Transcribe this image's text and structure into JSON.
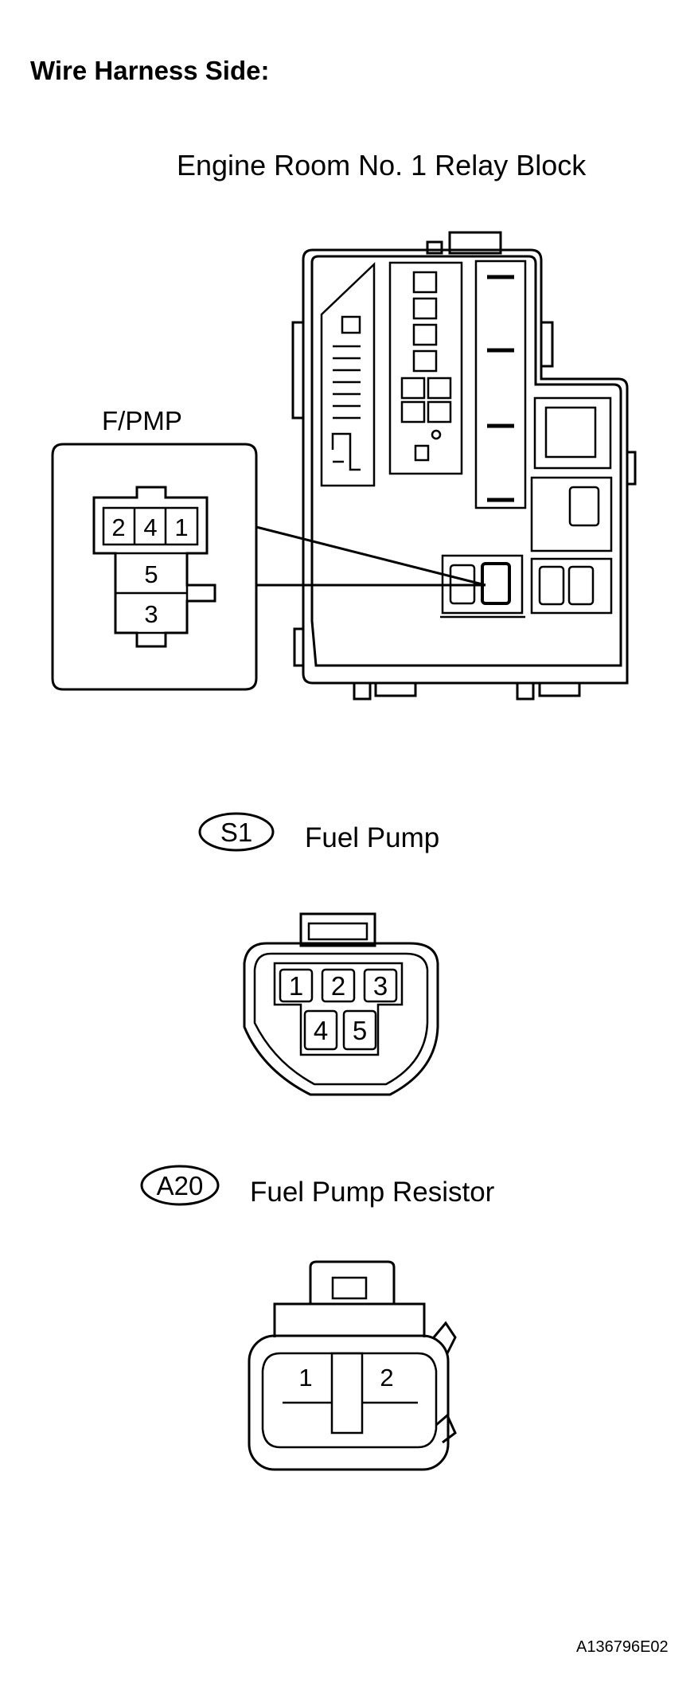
{
  "heading": "Wire Harness Side:",
  "relay_block": {
    "title": "Engine Room No. 1 Relay Block",
    "callout_label": "F/PMP",
    "callout_pins": [
      "2",
      "4",
      "1",
      "5",
      "3"
    ]
  },
  "connectors": [
    {
      "code": "S1",
      "name": "Fuel Pump",
      "pins": [
        "1",
        "2",
        "3",
        "4",
        "5"
      ]
    },
    {
      "code": "A20",
      "name": "Fuel Pump Resistor",
      "pins": [
        "1",
        "2"
      ]
    }
  ],
  "figure_id": "A136796E02"
}
